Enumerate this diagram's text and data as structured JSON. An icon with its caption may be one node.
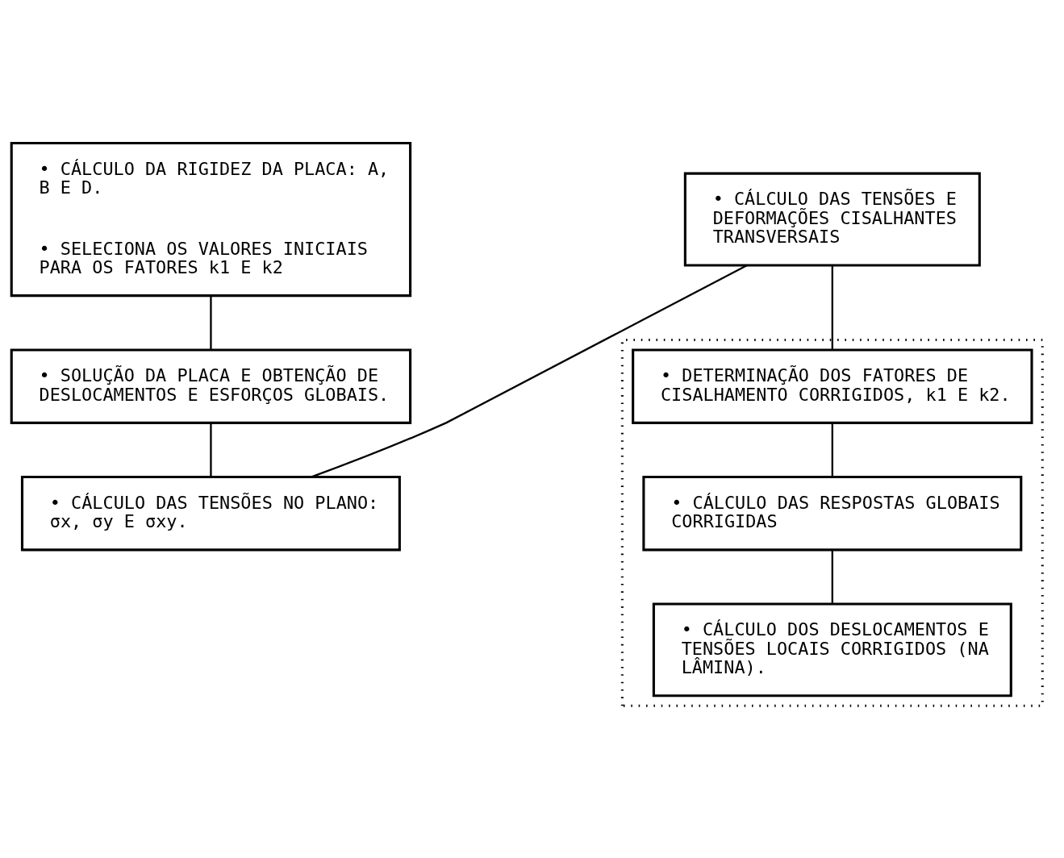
{
  "diagram": {
    "nodes": [
      {
        "text": [
          "• CÁLCULO DA RIGIDEZ DA PLACA: A, B E D.",
          "• SELECIONA OS VALORES INICIAIS PARA OS FATORES k1 E k2"
        ]
      },
      {
        "text": [
          "• SOLUÇÃO DA PLACA E OBTENÇÃO DE DESLOCAMENTOS E ESFORÇOS GLOBAIS."
        ]
      },
      {
        "text": [
          "• CÁLCULO DAS TENSÕES NO PLANO: σx, σy E σxy."
        ]
      },
      {
        "text": [
          "• CÁLCULO DAS TENSÕES E DEFORMAÇÕES CISALHANTES TRANSVERSAIS"
        ]
      },
      {
        "text": [],
        "shape": "box"
      },
      {
        "text": [
          "• DETERMINAÇÃO DOS FATORES DE CISALHAMENTO CORRIGIDOS, k1 E k2."
        ],
        "in": 4
      },
      {
        "text": [
          "• CÁLCULO DAS RESPOSTAS GLOBAIS CORRIGIDAS"
        ],
        "in": 4
      },
      {
        "text": [
          "• CÁLCULO DOS DESLOCAMENTOS E TENSÕES LOCAIS CORRIGIDOS (NA LÂMINA)."
        ],
        "in": 4
      }
    ],
    "edges": [
      {
        "from": 0,
        "to": 1,
        "arrow": "none"
      },
      {
        "from": 1,
        "to": 2,
        "arrow": "none"
      },
      {
        "from": 2,
        "to": 3,
        "arrow": "none"
      },
      {
        "from": 3,
        "to": 5,
        "arrow": "none"
      },
      {
        "from": 5,
        "to": 6,
        "arrow": "none"
      },
      {
        "from": 6,
        "to": 7,
        "arrow": "none"
      }
    ]
  }
}
